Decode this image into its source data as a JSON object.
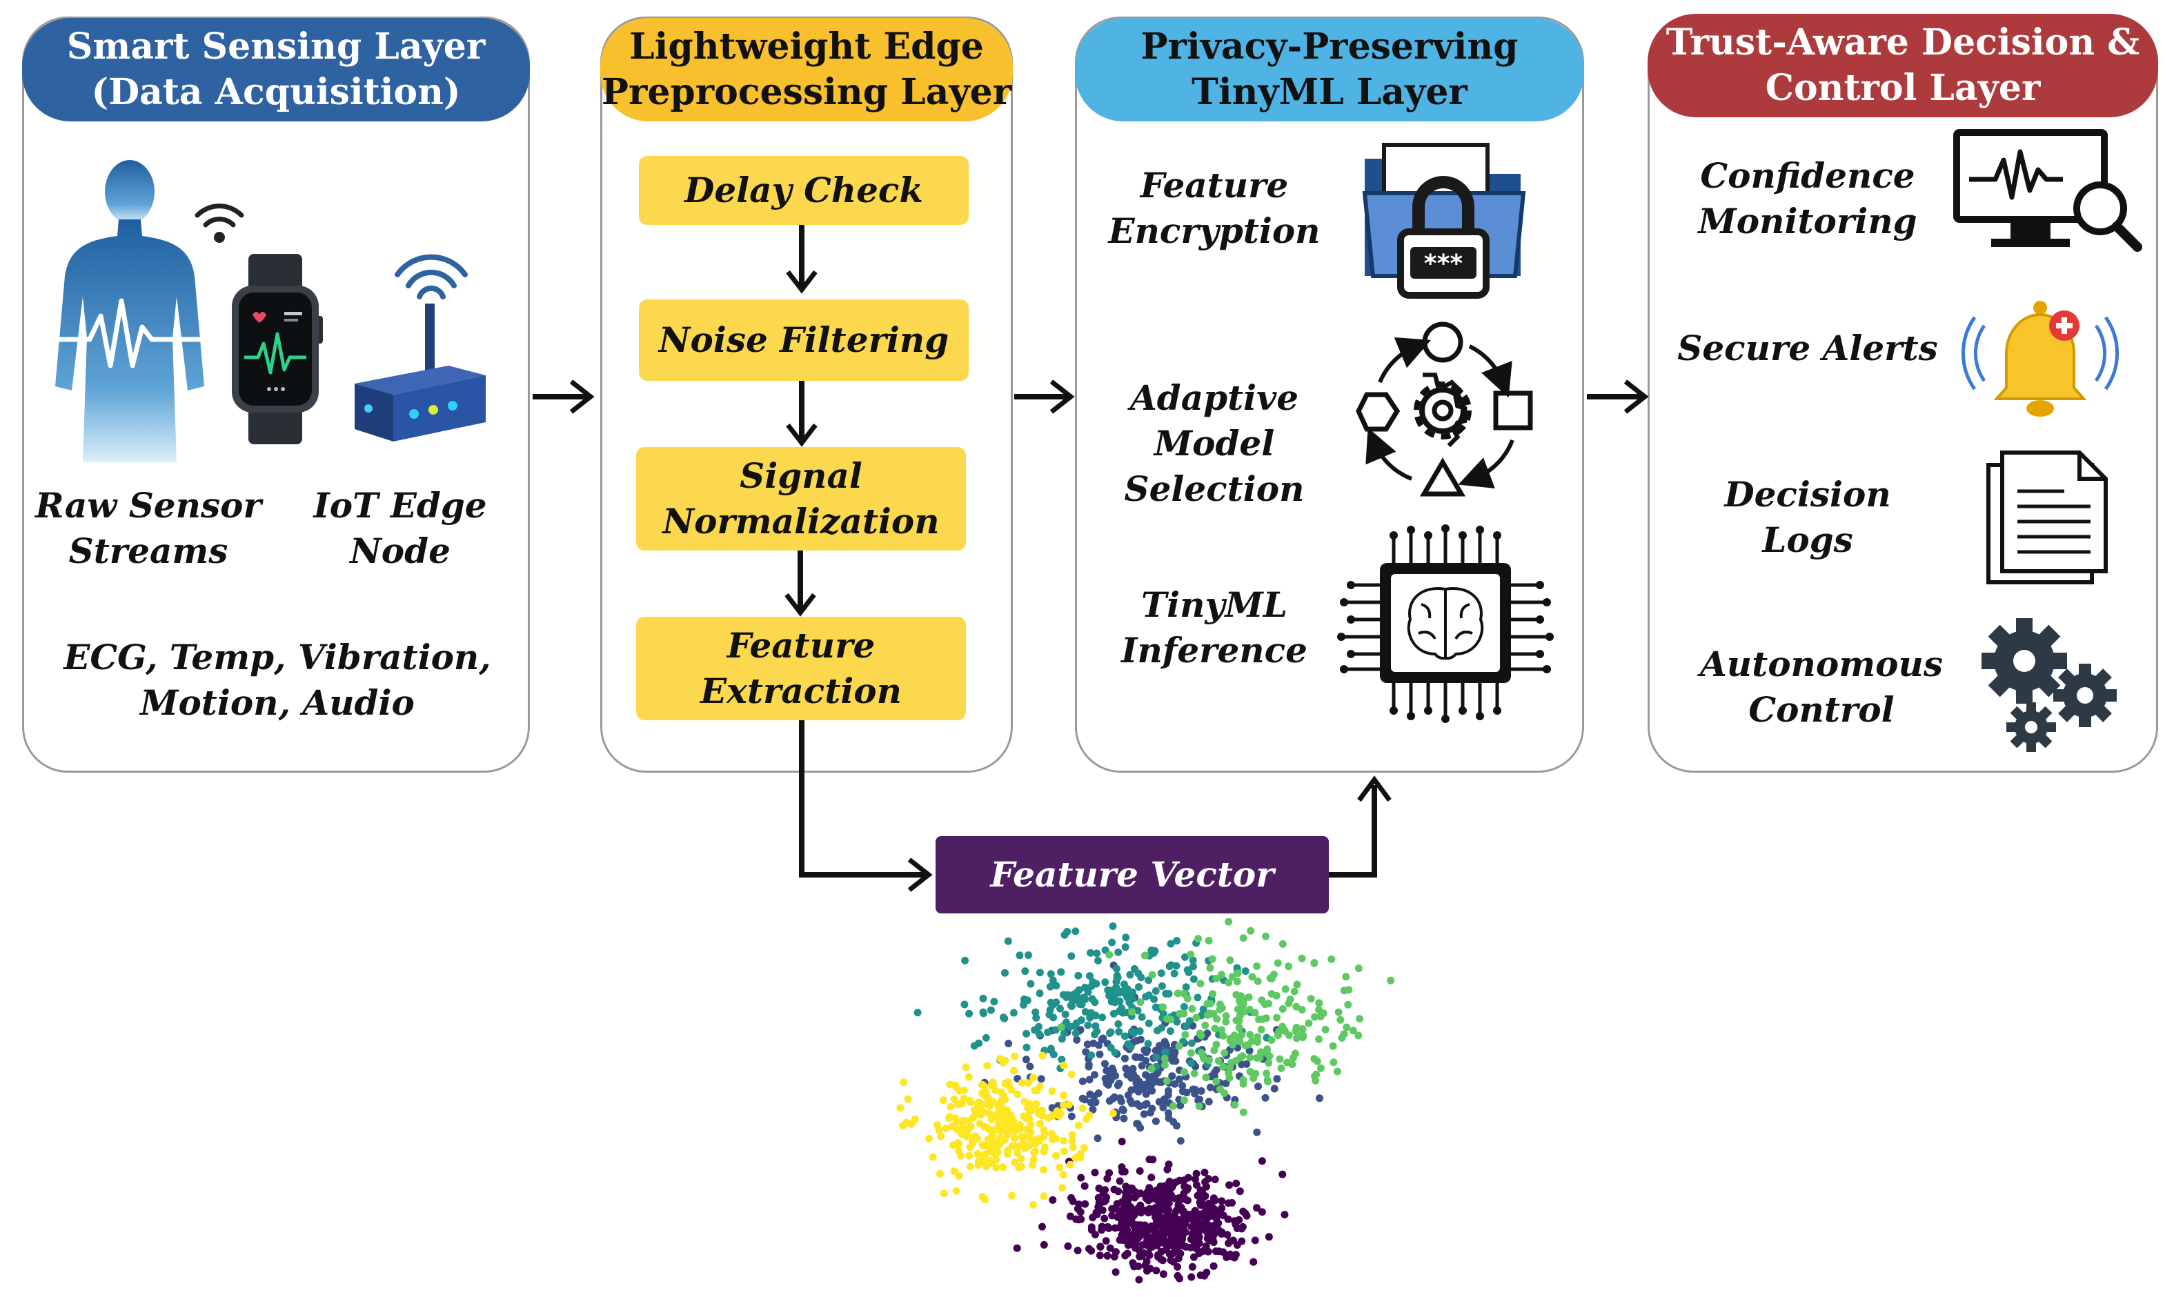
{
  "panels": {
    "sensing": {
      "title": [
        "Smart Sensing Layer",
        "(Data Acquisition)"
      ],
      "raw_label": [
        "Raw Sensor",
        "Streams"
      ],
      "iot_label": [
        "IoT Edge",
        "Node"
      ],
      "signals_label": [
        "ECG, Temp, Vibration,",
        "Motion, Audio"
      ]
    },
    "preprocessing": {
      "title": [
        "Lightweight Edge",
        "Preprocessing Layer"
      ],
      "steps": [
        {
          "label": [
            "Delay Check"
          ]
        },
        {
          "label": [
            "Noise Filtering"
          ]
        },
        {
          "label": [
            "Signal",
            "Normalization"
          ]
        },
        {
          "label": [
            "Feature",
            "Extraction"
          ]
        }
      ]
    },
    "tinyml": {
      "title": [
        "Privacy-Preserving",
        "TinyML Layer"
      ],
      "items": [
        {
          "label": [
            "Feature",
            "Encryption"
          ],
          "icon": "encrypted-folder-icon"
        },
        {
          "label": [
            "Adaptive",
            "Model",
            "Selection"
          ],
          "icon": "adaptive-cycle-icon"
        },
        {
          "label": [
            "TinyML",
            "Inference"
          ],
          "icon": "ai-chip-icon"
        }
      ]
    },
    "decision": {
      "title": [
        "Trust-Aware Decision &",
        "Control Layer"
      ],
      "items": [
        {
          "label": [
            "Confidence",
            "Monitoring"
          ],
          "icon": "monitor-search-icon"
        },
        {
          "label": [
            "Secure Alerts"
          ],
          "icon": "alert-bell-icon"
        },
        {
          "label": [
            "Decision",
            "Logs"
          ],
          "icon": "document-icon"
        },
        {
          "label": [
            "Autonomous",
            "Control"
          ],
          "icon": "gears-icon"
        }
      ]
    }
  },
  "feature_vector": {
    "label": "Feature Vector"
  },
  "colors": {
    "sensing_header": "#2f62a0",
    "preprocessing_header": "#f7c02c",
    "tinyml_header": "#4fb3e3",
    "decision_header": "#ad3a3c",
    "step_box": "#fbd84d",
    "feature_vector": "#4e1f63",
    "clusters": [
      "#440154",
      "#3b528b",
      "#21918c",
      "#5ec962",
      "#fde725"
    ]
  }
}
